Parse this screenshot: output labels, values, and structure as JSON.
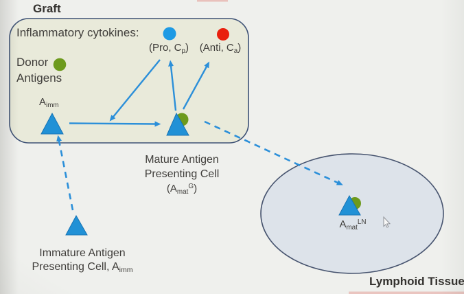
{
  "colors": {
    "pro_cytokine_blue": "#1e9ae4",
    "anti_cytokine_red": "#e9200e",
    "donor_antigen_green": "#6d9a1c",
    "arrow_blue": "#2b8fd9",
    "apc_triangle_blue": "#2191d6",
    "graft_fill": "#e9eada",
    "graft_border": "#3d5175",
    "lymph_fill": "#dde3ea",
    "lymph_border": "#46536e",
    "text": "#3f3d3a"
  },
  "graft": {
    "title": "Graft",
    "cytokines_heading": "Inflammatory cytokines:",
    "pro_label": {
      "pre": "(Pro, C",
      "sub": "p",
      "post": ")"
    },
    "anti_label": {
      "pre": "(Anti, C",
      "sub": "a",
      "post": ")"
    },
    "donor_antigens": {
      "line1": "Donor",
      "line2": "Antigens"
    },
    "immature_apc_symbol": {
      "base": "A",
      "sub": "imm"
    }
  },
  "mature_apc_caption": {
    "line1": "Mature Antigen",
    "line2": "Presenting Cell",
    "symbol": {
      "pre": "(A",
      "sub": "mat",
      "sup": "G",
      "post": ")"
    }
  },
  "immature_apc_caption": {
    "line1": "Immature Antigen",
    "line2": {
      "pre": "Presenting Cell, A",
      "sub": "imm"
    }
  },
  "lymphoid": {
    "title": "Lymphoid Tissue",
    "mature_apc_symbol": {
      "base": "A",
      "sub": "mat",
      "sup": "LN"
    }
  }
}
